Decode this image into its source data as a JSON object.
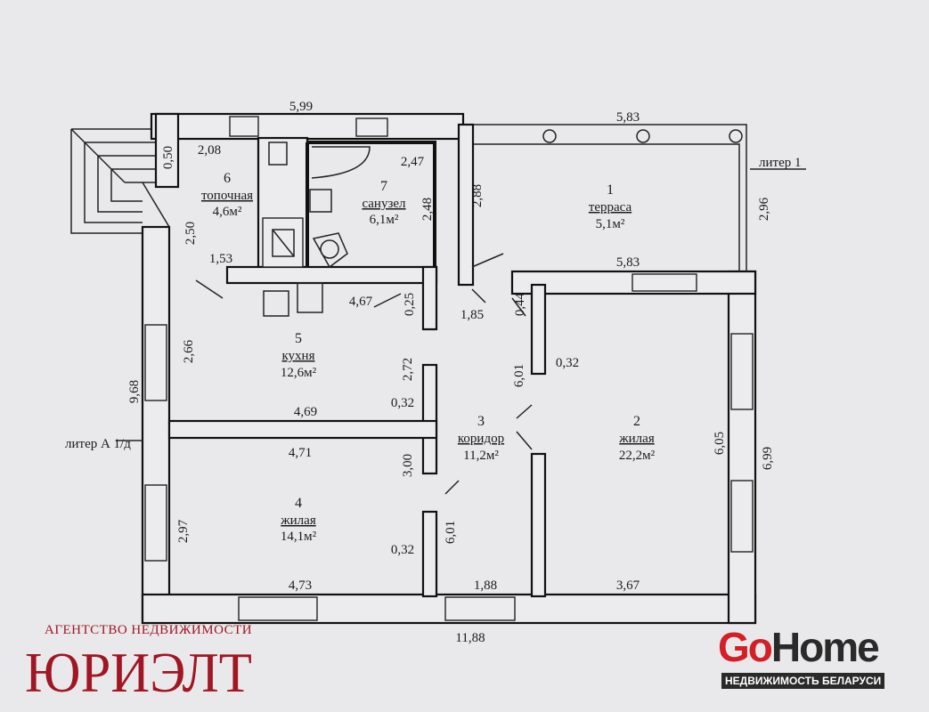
{
  "plan": {
    "rooms": [
      {
        "num": "1",
        "name": "терраса",
        "area": "5,1м²"
      },
      {
        "num": "2",
        "name": "жилая",
        "area": "22,2м²"
      },
      {
        "num": "3",
        "name": "коридор",
        "area": "11,2м²"
      },
      {
        "num": "4",
        "name": "жилая",
        "area": "14,1м²"
      },
      {
        "num": "5",
        "name": "кухня",
        "area": "12,6м²"
      },
      {
        "num": "6",
        "name": "топочная",
        "area": "4,6м²"
      },
      {
        "num": "7",
        "name": "санузел",
        "area": "6,1м²"
      }
    ],
    "dims": {
      "top_left": "5,99",
      "top_right": "5,83",
      "bottom": "11,88",
      "left": "9,68",
      "r6_w": "2,08",
      "r6_a": "0,50",
      "r6_h": "2,50",
      "r6_b": "1,53",
      "r7_w": "2,47",
      "r7_h": "2,48",
      "r7_b": "4,67",
      "r7_c": "0,25",
      "terr_h": "2,88",
      "terr_r": "2,96",
      "terr_b": "5,83",
      "cor_a": "1,85",
      "cor_b": "0,44",
      "cor_c": "6,01",
      "cor_d": "0,32",
      "k_h": "2,66",
      "k_w": "4,69",
      "k_a": "2,72",
      "k_b": "0,32",
      "r4_w": "4,71",
      "r4_a": "3,00",
      "r4_h": "2,97",
      "r4_b": "6,01",
      "r4_c": "0,32",
      "r4_d": "4,73",
      "cor_bot": "1,88",
      "r2_b": "3,67",
      "r2_h": "6,05",
      "r2_r": "6,99"
    },
    "liter_1": "литер 1",
    "liter_a": "литер А 1/д"
  },
  "branding": {
    "agency_sub": "АГЕНТСТВО НЕДВИЖИМОСТИ",
    "agency": "ЮРИЭЛТ",
    "go": "Go",
    "home": "Home",
    "gohome_sub": "НЕДВИЖИМОСТЬ БЕЛАРУСИ",
    "accent": "#a01624"
  }
}
